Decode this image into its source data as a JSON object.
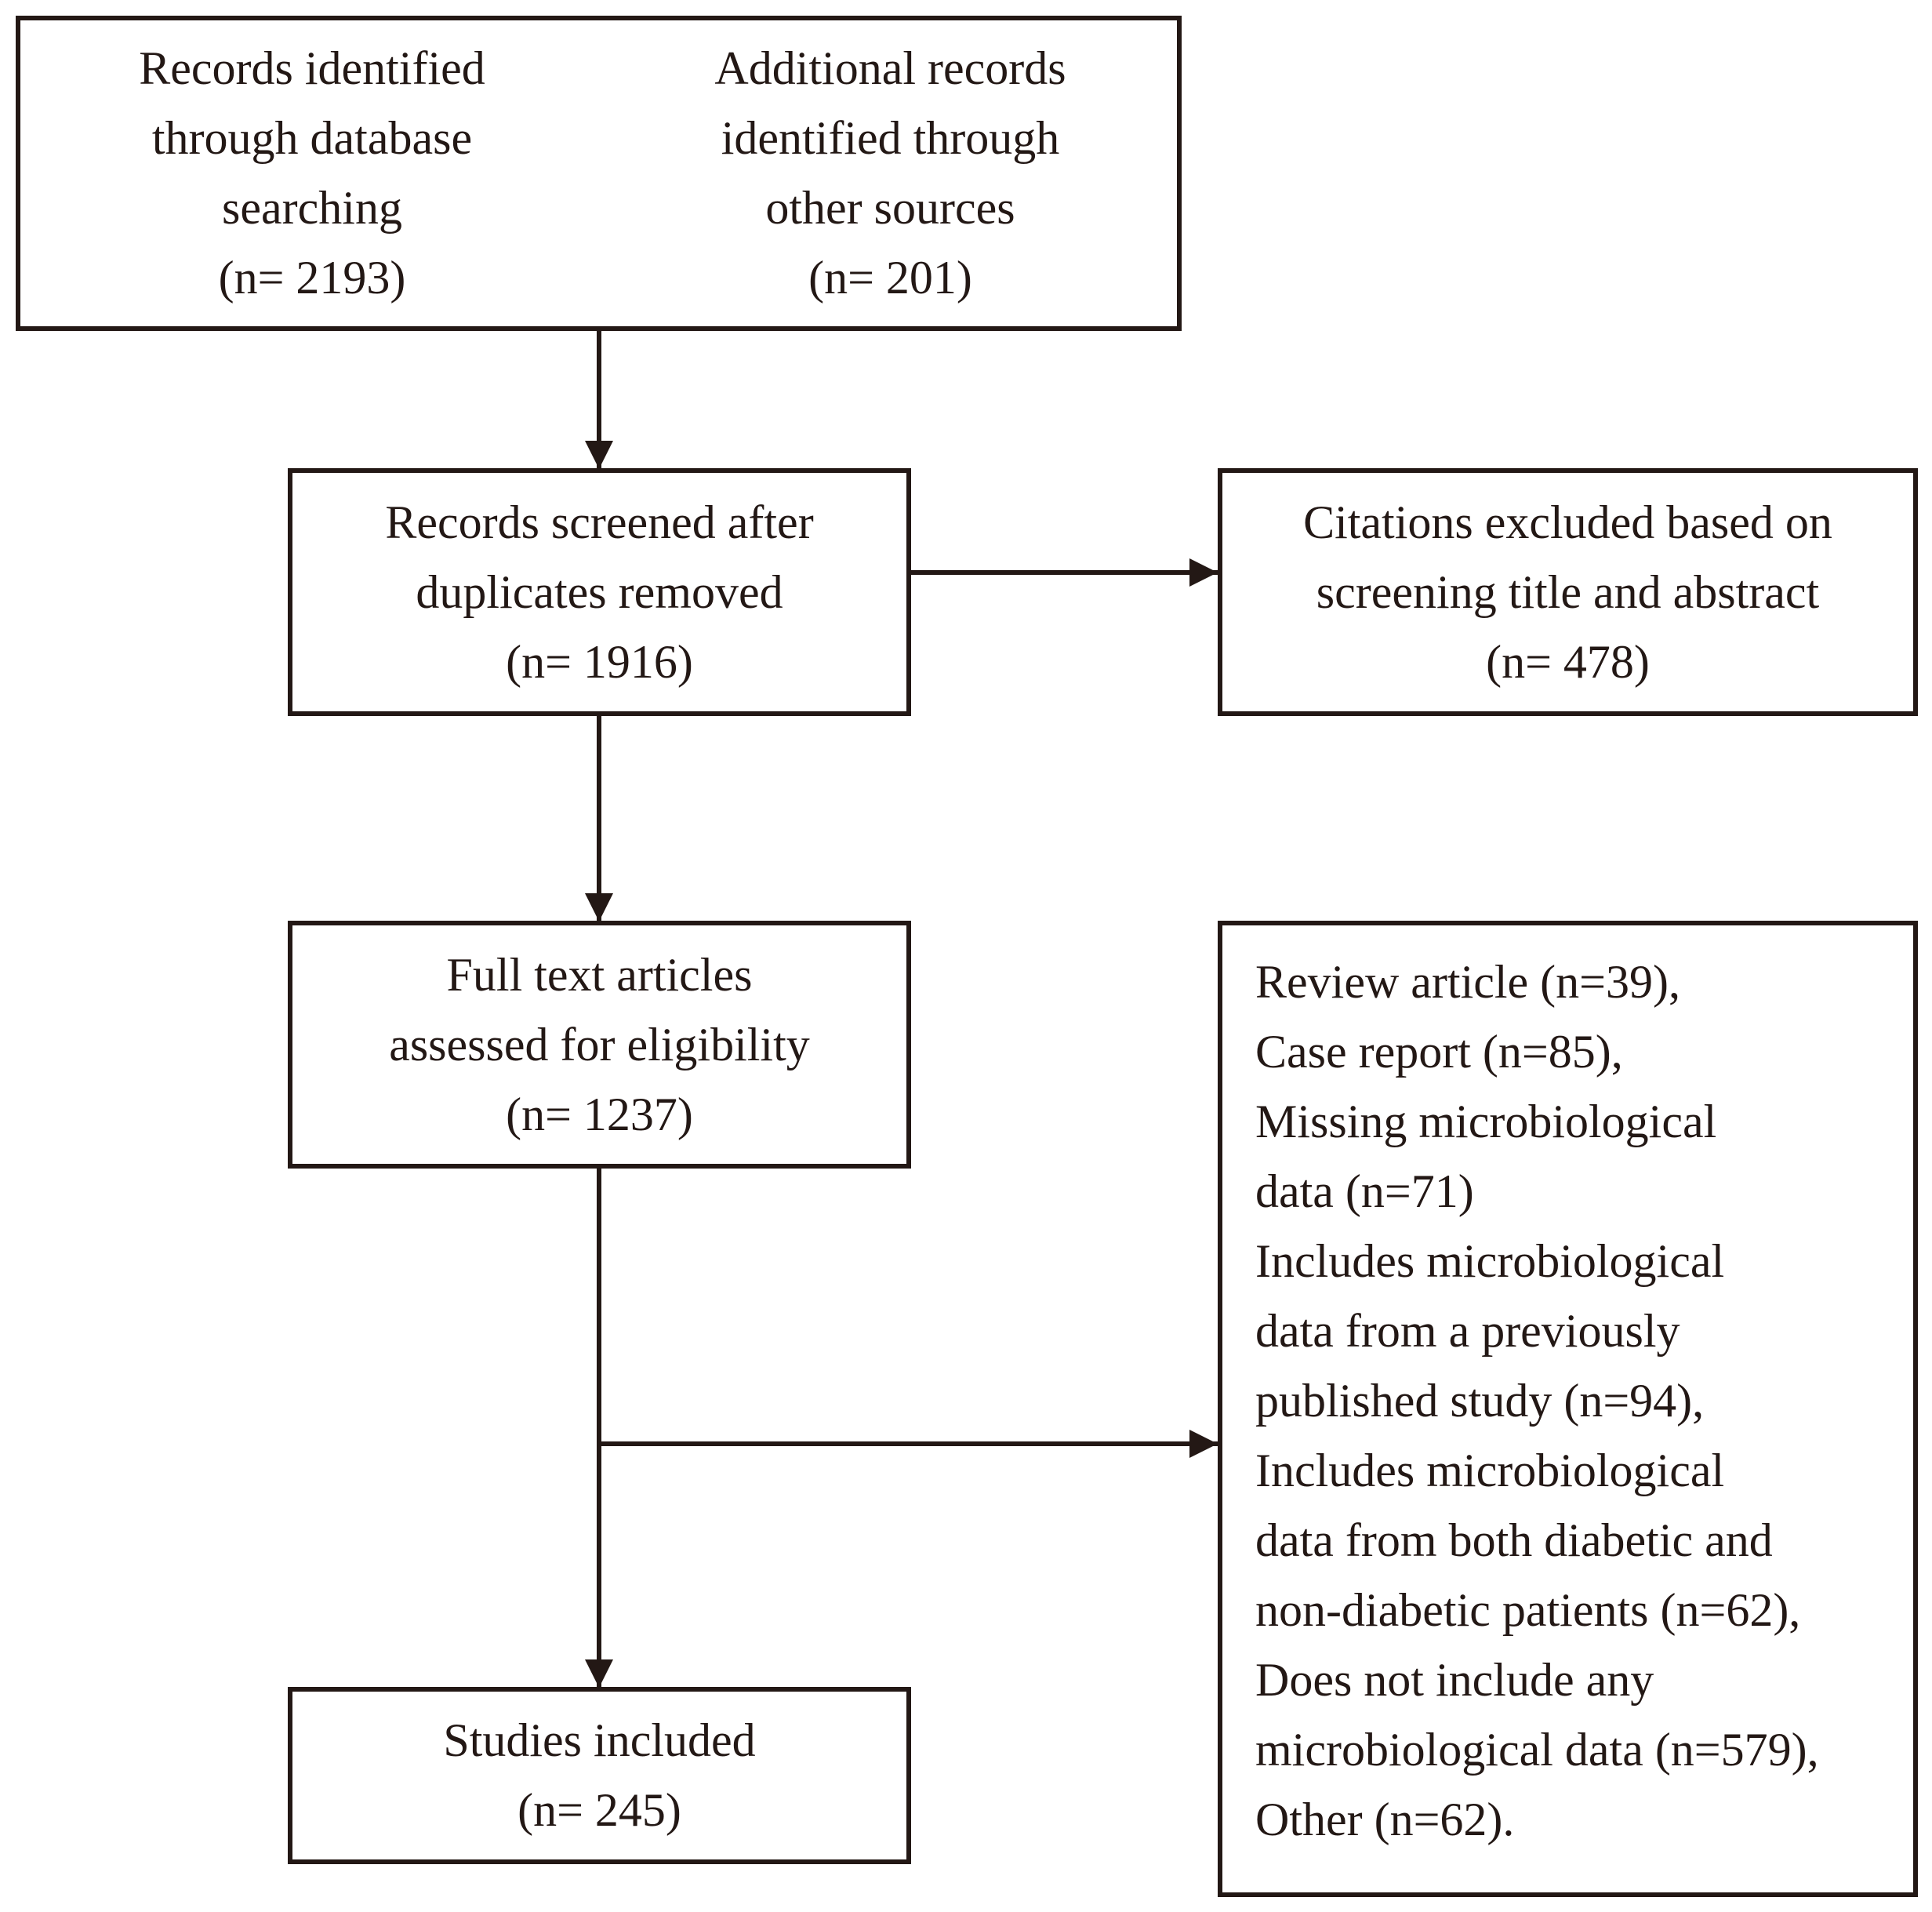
{
  "diagram": {
    "identification": {
      "database": {
        "lines": [
          "Records identified",
          "through database",
          "searching",
          "(n= 2193)"
        ]
      },
      "other_sources": {
        "lines": [
          "Additional records",
          "identified through",
          "other sources",
          "(n= 201)"
        ]
      }
    },
    "screening": {
      "lines": [
        "Records screened after",
        "duplicates removed",
        "(n= 1916)"
      ]
    },
    "excluded_screening": {
      "lines": [
        "Citations excluded based on",
        "screening title and abstract",
        "(n= 478)"
      ]
    },
    "eligibility": {
      "lines": [
        "Full text articles",
        "assessed for eligibility",
        "(n= 1237)"
      ]
    },
    "excluded_eligibility": {
      "lines": [
        "Review article (n=39),",
        "Case report (n=85),",
        "Missing microbiological",
        "data (n=71)",
        "Includes microbiological",
        "data from a previously",
        "published study (n=94),",
        "Includes microbiological",
        "data from both diabetic and",
        "non-diabetic patients (n=62),",
        "Does not include any",
        "microbiological data (n=579),",
        "Other (n=62)."
      ]
    },
    "included": {
      "lines": [
        "Studies included",
        "(n= 245)"
      ]
    },
    "colors": {
      "stroke": "#231815",
      "background": "#ffffff",
      "text": "#231815"
    }
  }
}
